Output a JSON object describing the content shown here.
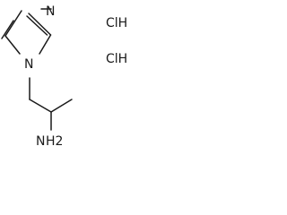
{
  "structure": {
    "atoms": {
      "n3": "N",
      "n1": "N",
      "amine_n": "N",
      "amine_h2": "H2"
    },
    "counterions": [
      "ClH",
      "ClH"
    ]
  }
}
